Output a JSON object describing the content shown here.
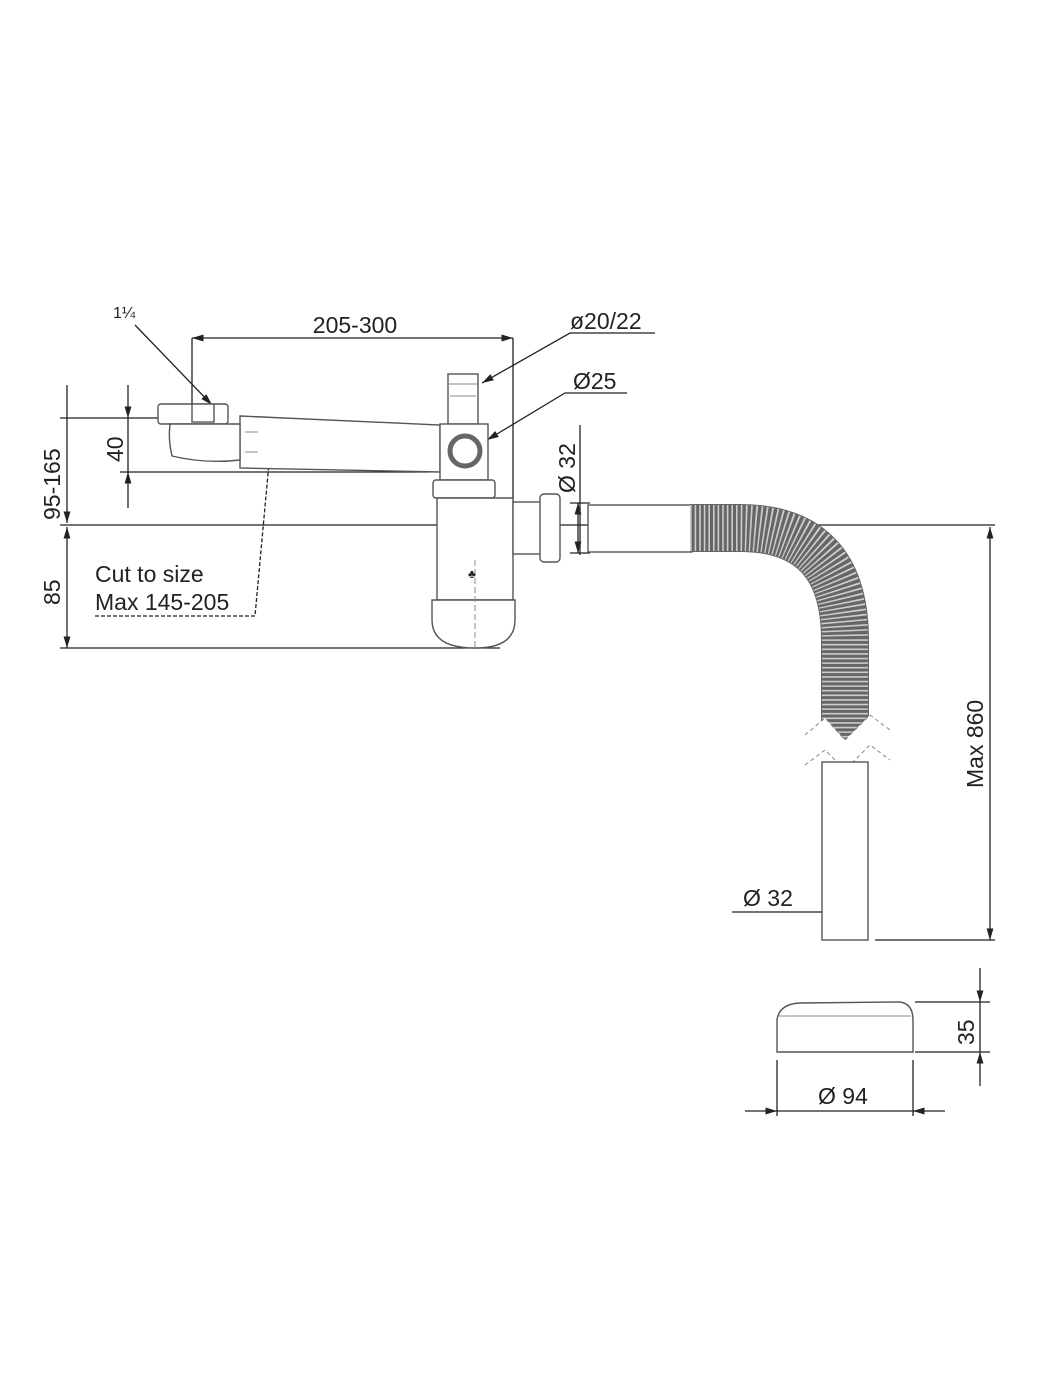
{
  "drawing": {
    "labels": {
      "thread": "1¼",
      "arm_length": "205-300",
      "hose_connector": "ø20/22",
      "side_inlet": "Ø25",
      "outlet_diameter": "Ø 32",
      "height_range": "95-165",
      "inlet_height": "40",
      "trap_depth": "85",
      "cut_note_line1": "Cut to size",
      "cut_note_line2": "Max 145-205",
      "hose_length": "Max 860",
      "pipe_diameter": "Ø 32",
      "cap_height": "35",
      "cap_diameter": "Ø 94"
    },
    "colors": {
      "line": "#222222",
      "part": "#555555",
      "hose": "#777777"
    }
  }
}
